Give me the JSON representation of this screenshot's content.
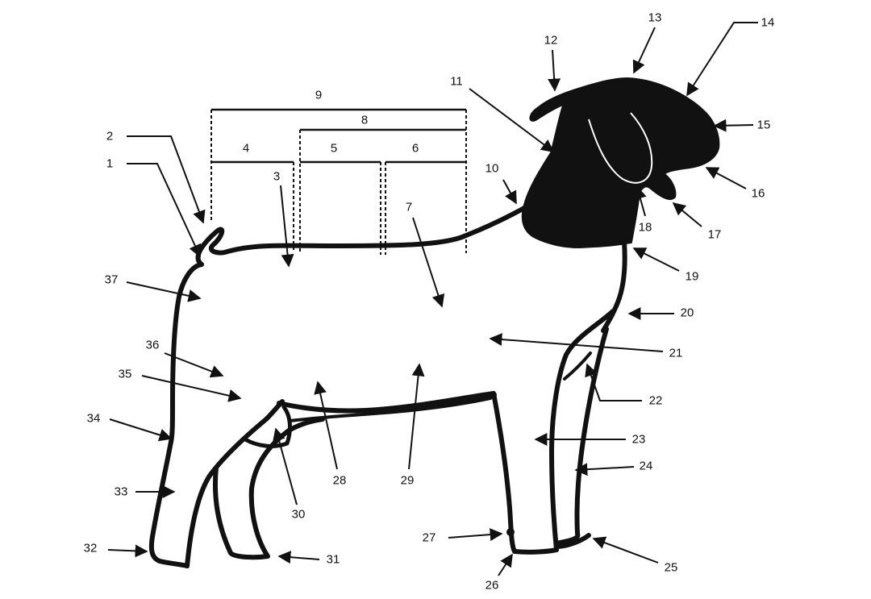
{
  "diagram": {
    "colors": {
      "ink": "#111111",
      "background": "#ffffff",
      "head_detail": "#ffffff"
    },
    "labels": [
      "1",
      "2",
      "3",
      "4",
      "5",
      "6",
      "7",
      "8",
      "9",
      "10",
      "11",
      "12",
      "13",
      "14",
      "15",
      "16",
      "17",
      "18",
      "19",
      "20",
      "21",
      "22",
      "23",
      "24",
      "25",
      "26",
      "27",
      "28",
      "29",
      "30",
      "31",
      "32",
      "33",
      "34",
      "35",
      "36",
      "37"
    ]
  }
}
